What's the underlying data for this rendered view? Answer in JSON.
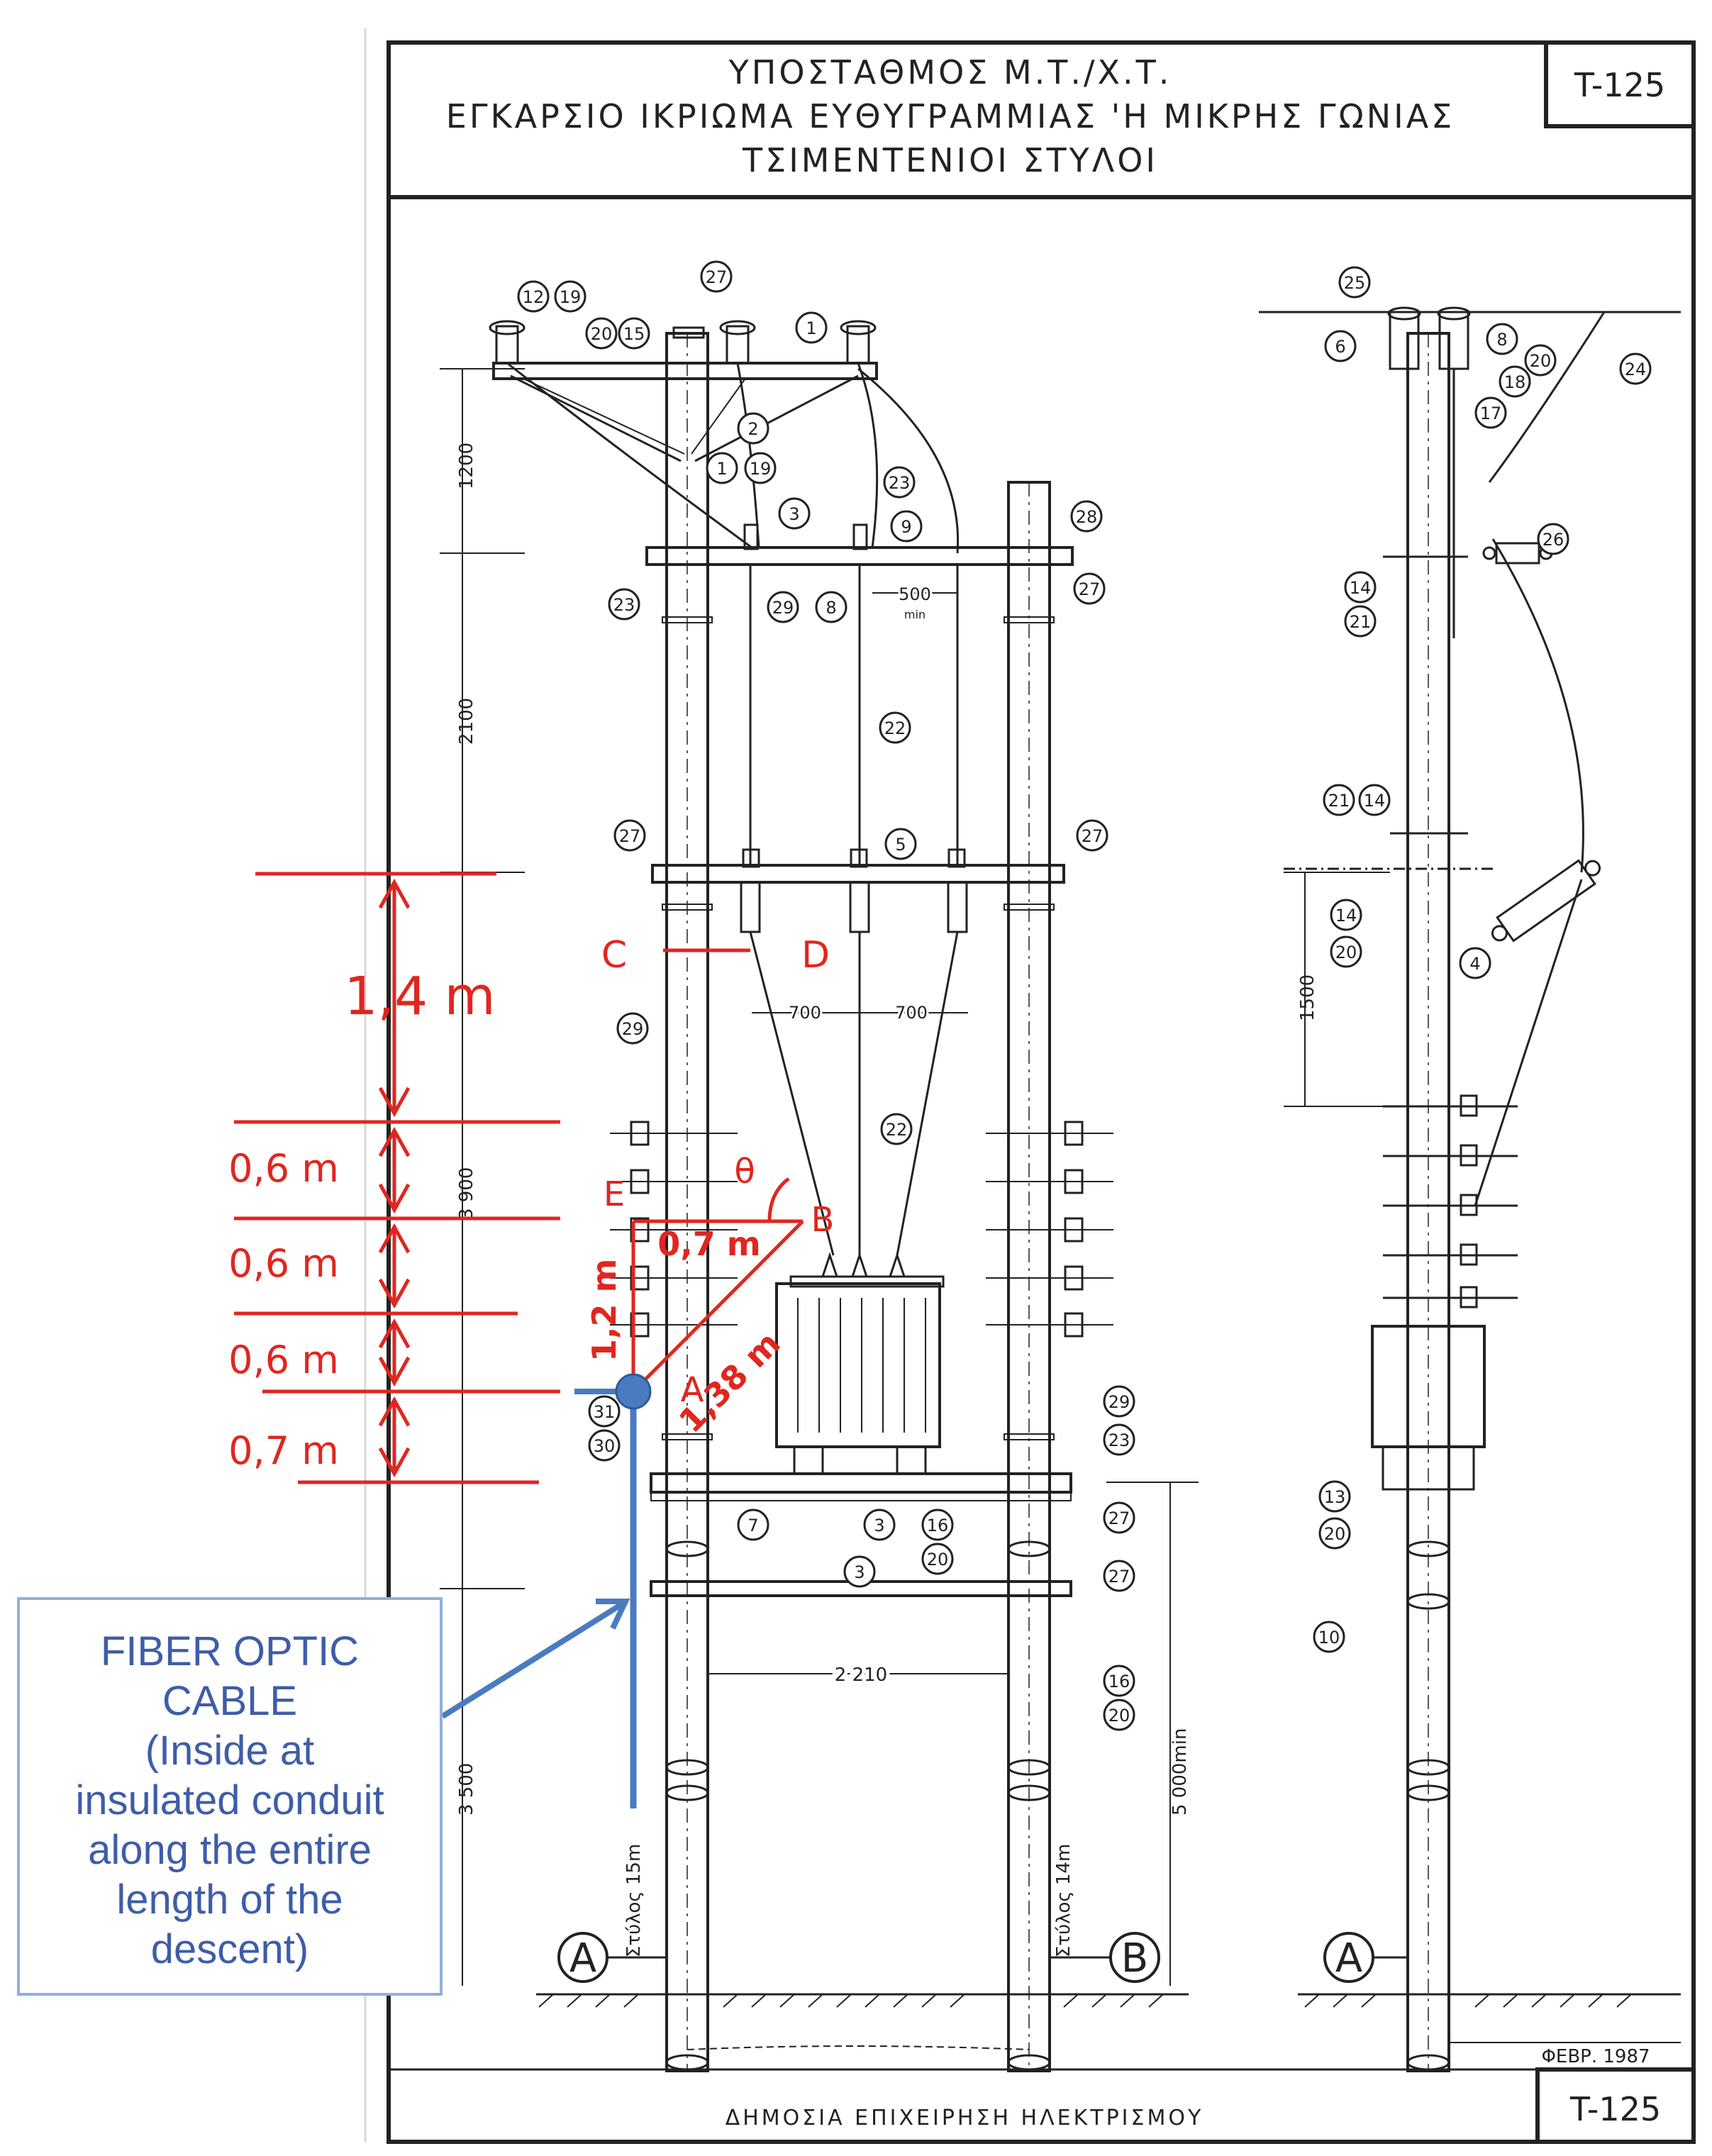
{
  "title_block": {
    "line1": "ΥΠΟΣΤΑΘΜΟΣ Μ.Τ./Χ.Τ.",
    "line2": "ΕΓΚΑΡΣΙΟ ΙΚΡΙΩΜΑ ΕΥΘΥΓΡΑΜΜΙΑΣ 'Η ΜΙΚΡΗΣ ΓΩΝΙΑΣ",
    "line3": "ΤΣΙΜΕΝΤΕΝΙΟΙ ΣΤΥΛΟΙ",
    "code": "T-125"
  },
  "footer": {
    "organization": "ΔΗΜΟΣΙΑ ΕΠΙΧΕΙΡΗΣΗ ΗΛΕΚΤΡΙΣΜΟΥ",
    "date": "ΦΕΒΡ. 1987",
    "code": "T-125"
  },
  "dimensions": {
    "d1200": "1200",
    "d2100": "2100",
    "d3900": "3 900",
    "d3500": "3 500",
    "d500": "500",
    "d500_sub": "min",
    "d700a": "700",
    "d700b": "700",
    "d2210": "2 210",
    "d5000": "5 000min",
    "d1500": "1500"
  },
  "poles": {
    "left_label": "A",
    "right_label": "B",
    "side_label": "A",
    "left_length": "Στύλος 15m",
    "right_length": "Στύλος 14m"
  },
  "part_numbers_front": [
    "12",
    "19",
    "27",
    "1",
    "20",
    "15",
    "2",
    "1",
    "19",
    "23",
    "3",
    "9",
    "28",
    "23",
    "29",
    "8",
    "27",
    "22",
    "27",
    "5",
    "27",
    "29",
    "22",
    "31",
    "30",
    "7",
    "3",
    "16",
    "20",
    "27",
    "3",
    "27",
    "16",
    "20",
    "29",
    "23"
  ],
  "part_numbers_side": [
    "25",
    "6",
    "8",
    "20",
    "18",
    "17",
    "24",
    "26",
    "14",
    "21",
    "21",
    "14",
    "14",
    "20",
    "4",
    "13",
    "20",
    "10"
  ],
  "annotations_red": {
    "dim_1_4": "1,4 m",
    "dim_0_6_a": "0,6 m",
    "dim_0_6_b": "0,6 m",
    "dim_0_6_c": "0,6 m",
    "dim_0_7": "0,7 m",
    "point_a": "A",
    "point_b": "B",
    "point_c": "C",
    "point_d": "D",
    "point_e": "E",
    "angle": "θ",
    "seg_ab": "1,38 m",
    "seg_ae": "1,2 m",
    "seg_eb": "0,7 m"
  },
  "fiber_callout": {
    "line1": "FIBER OPTIC",
    "line2": "CABLE",
    "line3": "(Inside at",
    "line4": "insulated conduit",
    "line5": "along the entire",
    "line6": "length of the",
    "line7": "descent)"
  },
  "colors": {
    "ink": "#222222",
    "annotation_red": "#e0261f",
    "fiber_blue": "#4a7bbf",
    "callout_border": "#8fb1dc"
  }
}
